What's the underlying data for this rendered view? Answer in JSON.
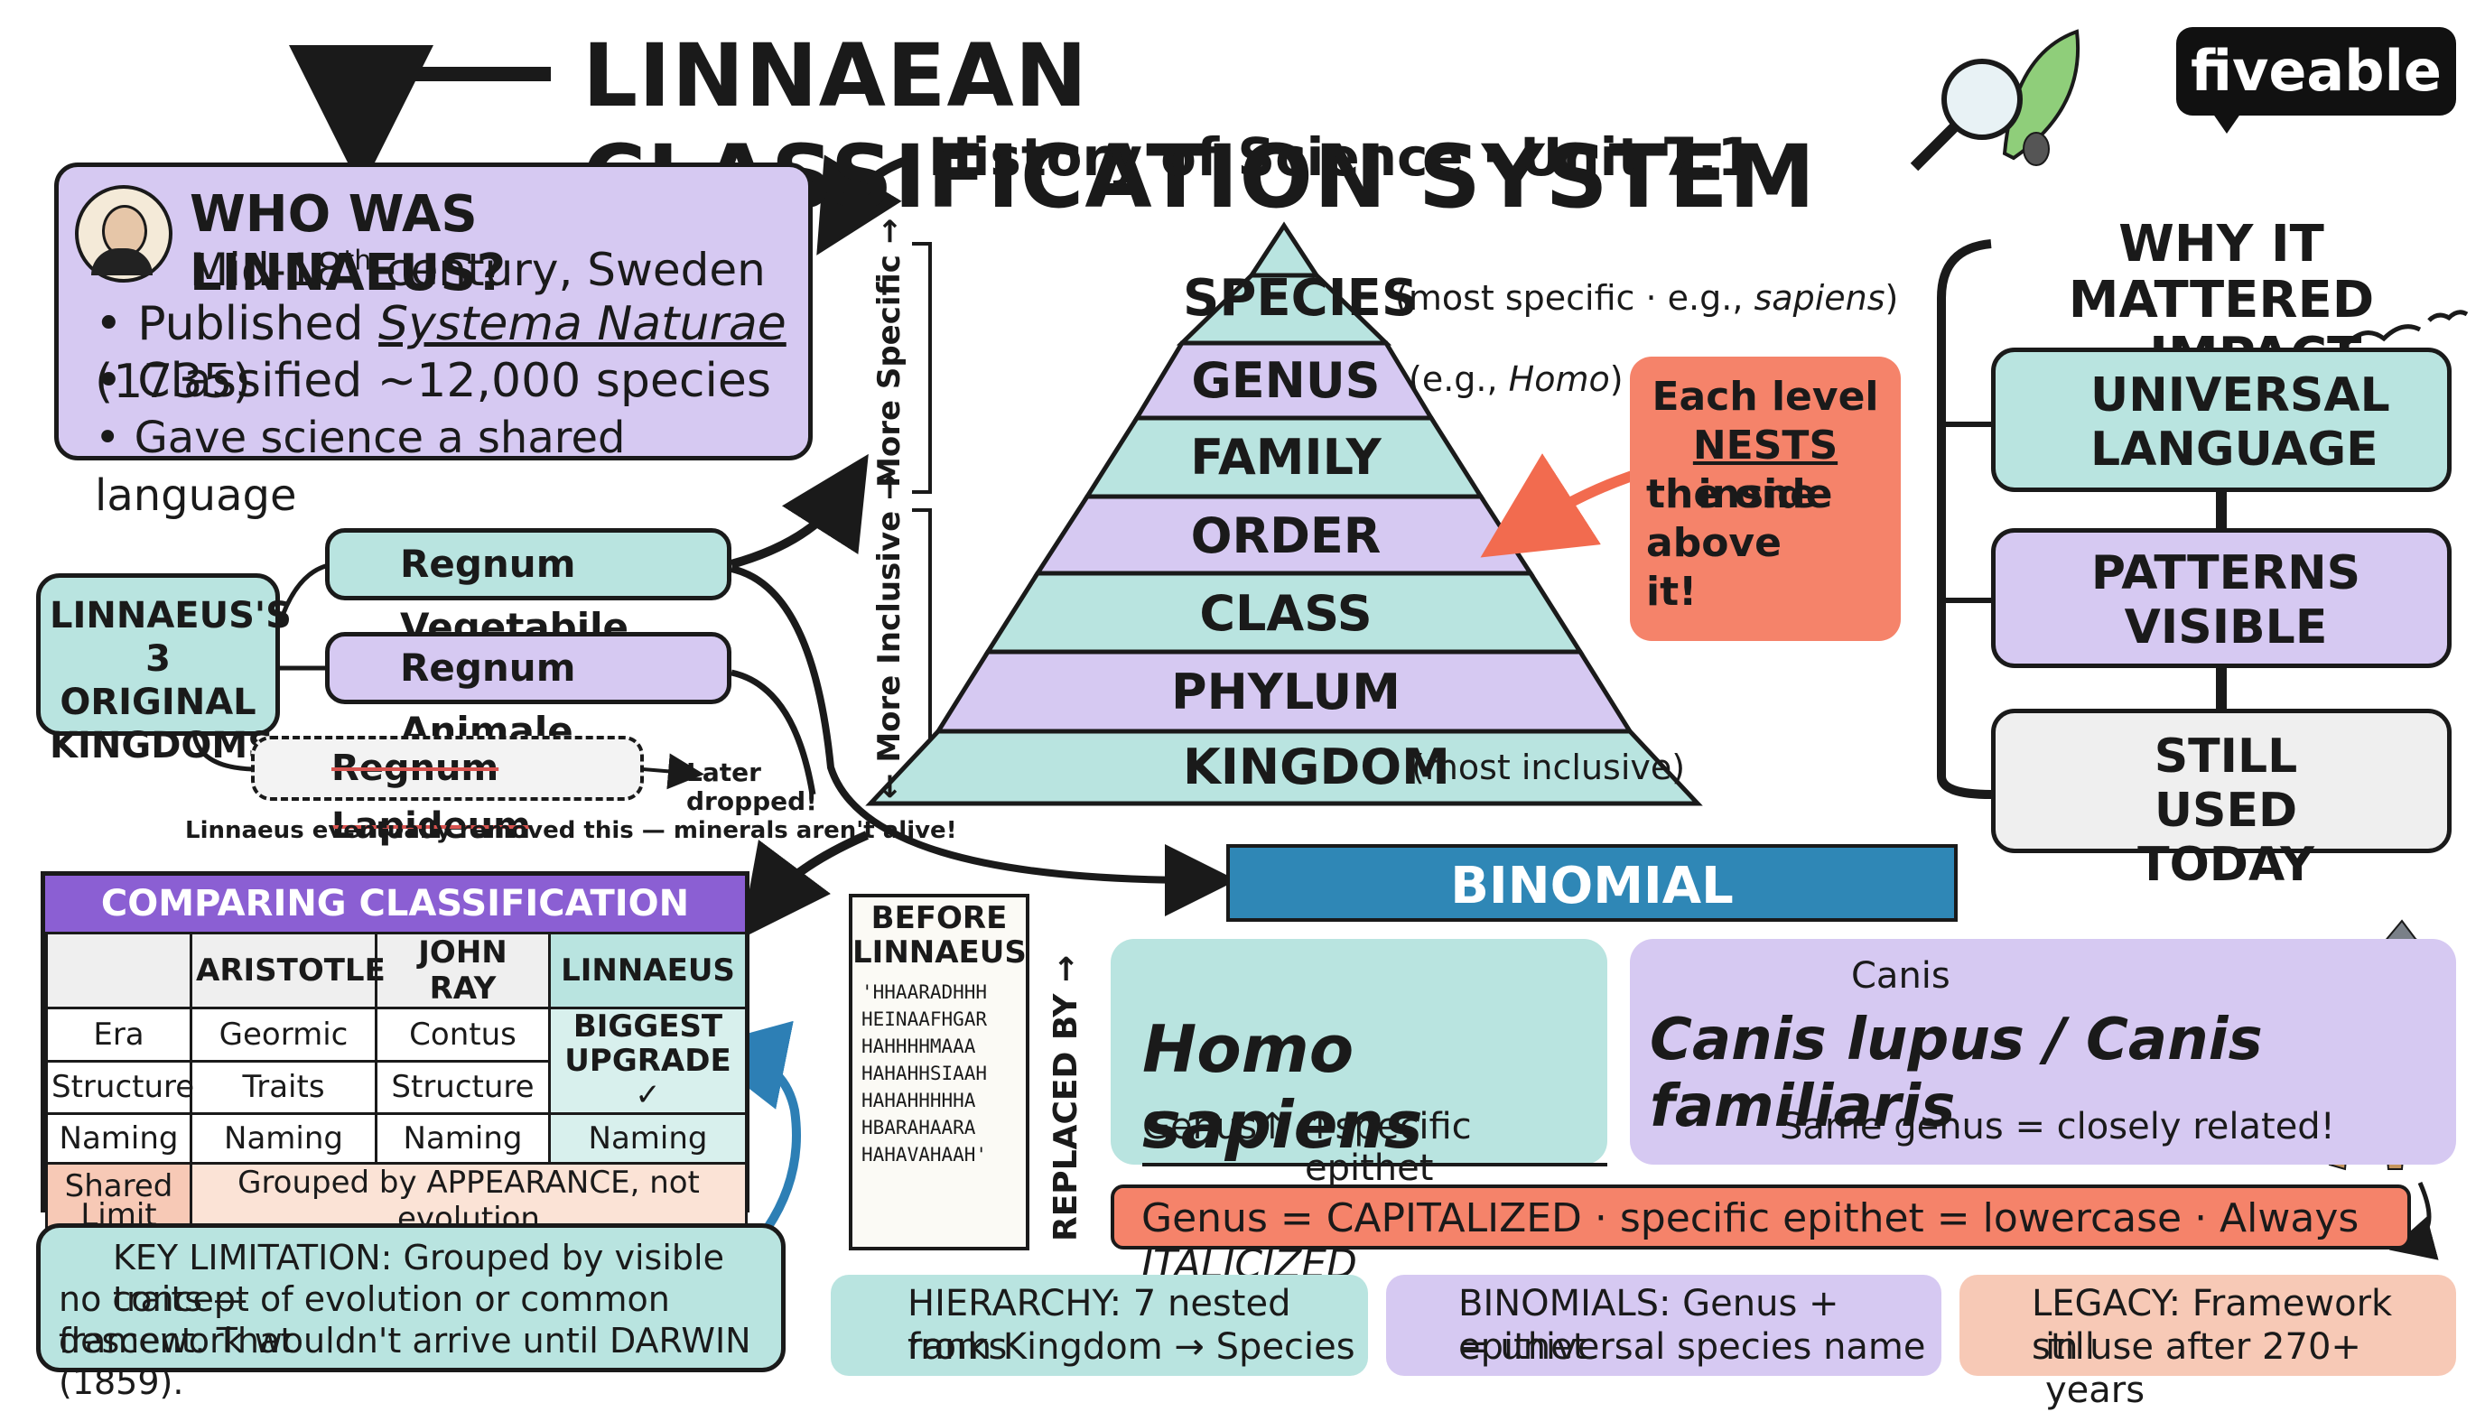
{
  "header": {
    "title": "LINNAEAN CLASSIFICATION SYSTEM",
    "subtitle": "History of Science · Unit 7.1",
    "brand": "fiveable"
  },
  "who": {
    "title": "WHO WAS LINNAEUS?",
    "line1_pre": "Mid-18",
    "line1_sup": "th",
    "line1_post": " century, Sweden",
    "b1_pre": "• Published ",
    "b1_italic": "Systema Naturae",
    "b1_post": " (1735)",
    "b2": "• Classified ~12,000 species",
    "b3": "• Gave science a shared language"
  },
  "kingdoms": {
    "title": "LINNAEUS'S 3 ORIGINAL KINGDOMS",
    "vegetabile": "Regnum Vegetabile",
    "animale": "Regnum Animale",
    "lapideum": "Regnum Lapideum",
    "later_dropped": "Later dropped!",
    "removed_note": "Linnaeus eventually removed this — minerals aren't alive!"
  },
  "pyramid": {
    "more_specific": "More Specific →",
    "more_inclusive": "← More Inclusive →",
    "levels": [
      "SPECIES",
      "GENUS",
      "FAMILY",
      "ORDER",
      "CLASS",
      "PHYLUM",
      "KINGDOM"
    ],
    "species_note_pre": "(most specific · e.g., ",
    "species_note_italic": "sapiens",
    "species_note_post": ")",
    "genus_note_pre": "(e.g., ",
    "genus_note_italic": "Homo",
    "genus_note_post": ")",
    "kingdom_note": "(most inclusive)",
    "nests_pre": "Each level",
    "nests_key": "NESTS",
    "nests_mid": " inside",
    "nests_post": "the one above it!"
  },
  "impact": {
    "title1": "WHY IT MATTERED",
    "title2": "— IMPACT",
    "items": [
      "UNIVERSAL LANGUAGE",
      "PATTERNS VISIBLE",
      "STILL USED TODAY"
    ]
  },
  "compare": {
    "title": "COMPARING CLASSIFICATION SYSTEMS",
    "headers": [
      "",
      "ARISTOTLE",
      "JOHN RAY",
      "LINNAEUS"
    ],
    "row_labels": [
      "Era",
      "Structure",
      "Naming"
    ],
    "aristotle": [
      "Geormic",
      "Traits",
      "Naming"
    ],
    "johnray": [
      "Contus",
      "Structure",
      "Naming"
    ],
    "linnaeus_top": "BIGGEST UPGRADE ✓",
    "linnaeus_naming": "Naming",
    "shared_label": "Shared Limit",
    "shared_value": "Grouped by APPEARANCE, not evolution"
  },
  "limitation": {
    "line1": "KEY LIMITATION: Grouped by visible traits —",
    "line2": "no concept of evolution or common descent. That",
    "line3": "framework wouldn't arrive until DARWIN (1859)."
  },
  "before": {
    "title1": "BEFORE",
    "title2": "LINNAEUS",
    "lines": [
      "'HHAARADHHH",
      "HEINAAFHGAR",
      "HAHHHHMAAA",
      "HAHAHHSIAAH",
      "HAHAHHHHHA",
      "HBARAHAARA",
      "HAHAVAHAAH'"
    ],
    "replaced": "REPLACED BY →"
  },
  "binomial": {
    "banner": "BINOMIAL NOMENCLATURE",
    "homo": "Homo sapiens",
    "genus_label": "Genus↑",
    "epithet_label": "↑specific epithet",
    "canis_top": "Canis",
    "canis_pair": "Canis lupus / Canis familiaris",
    "same_genus": "Same genus = closely related!",
    "rule_pre": "Genus = CAPITALIZED · specific epithet = lowercase · Always ",
    "rule_italic": "ITALICIZED"
  },
  "footer": {
    "hierarchy1": "HIERARCHY: 7 nested ranks",
    "hierarchy2": "from Kingdom → Species",
    "binomials1": "BINOMIALS: Genus + epithet",
    "binomials2": "= universal species name",
    "legacy1": "LEGACY: Framework still",
    "legacy2": "in use after 270+ years"
  }
}
